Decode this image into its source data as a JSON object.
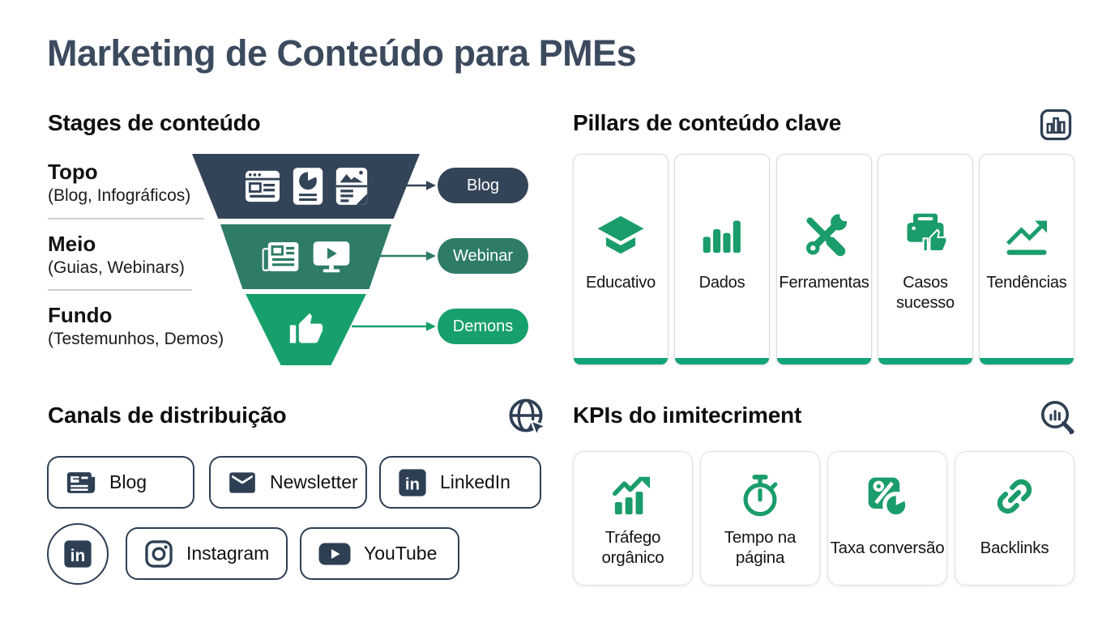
{
  "title": "Marketing de Conteúdo para PMEs",
  "colors": {
    "navy": "#344458",
    "teal": "#2E7C68",
    "green": "#17A06C",
    "accent_bar": "#14A479",
    "outline_navy": "#2E3F54"
  },
  "funnel": {
    "heading": "Stages de conteúdo",
    "stages": [
      {
        "label": "Topo",
        "sublabel": "(Blog, Infográficos)",
        "pill": "Blog",
        "icons": [
          "browser-window-icon",
          "pie-chart-doc-icon",
          "image-doc-icon"
        ]
      },
      {
        "label": "Meio",
        "sublabel": "(Guias, Webinars)",
        "pill": "Webinar",
        "icons": [
          "newspaper-icon",
          "monitor-play-icon"
        ]
      },
      {
        "label": "Fundo",
        "sublabel": "(Testemunhos, Demos)",
        "pill": "Demons",
        "icons": [
          "thumbs-up-icon"
        ]
      }
    ]
  },
  "pillars": {
    "heading": "Pillars de conteúdo clave",
    "corner_icon": "bar-chart-outline-icon",
    "cards": [
      {
        "icon": "graduation-cap-icon",
        "label": "Educativo"
      },
      {
        "icon": "bar-chart-icon",
        "label": "Dados"
      },
      {
        "icon": "tools-icon",
        "label": "Ferramentas"
      },
      {
        "icon": "printer-thumbs-up-icon",
        "label": "Casos sucesso"
      },
      {
        "icon": "trend-up-icon",
        "label": "Tendências"
      }
    ]
  },
  "channels": {
    "heading": "Canals de distribuição",
    "corner_icon": "globe-cursor-icon",
    "row1": [
      {
        "icon": "newspaper-solid-icon",
        "label": "Blog"
      },
      {
        "icon": "envelope-icon",
        "label": "Newsletter"
      },
      {
        "icon": "linkedin-icon",
        "label": "LinkedIn"
      }
    ],
    "row2_circle_icon": "linkedin-icon",
    "row2": [
      {
        "icon": "instagram-icon",
        "label": "Instagram"
      },
      {
        "icon": "youtube-icon",
        "label": "YouTube"
      }
    ]
  },
  "kpis": {
    "heading": "KPIs do iımitecriment",
    "corner_icon": "magnifier-chart-icon",
    "cards": [
      {
        "icon": "organic-growth-icon",
        "label": "Tráfego orgânico"
      },
      {
        "icon": "stopwatch-icon",
        "label": "Tempo na página"
      },
      {
        "icon": "percent-pie-icon",
        "label": "Taxa conversão"
      },
      {
        "icon": "link-icon",
        "label": "Backlinks"
      }
    ]
  }
}
